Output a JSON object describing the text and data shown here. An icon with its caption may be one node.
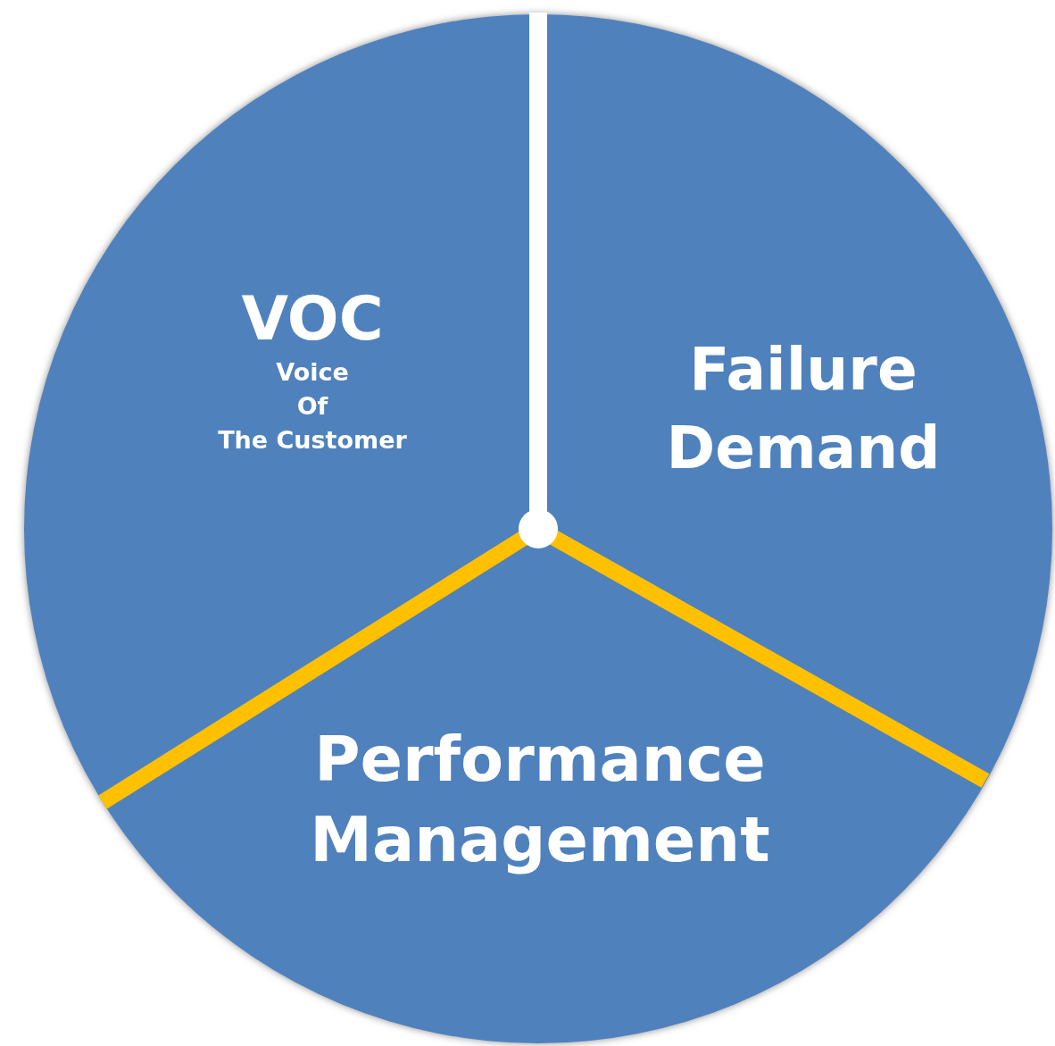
{
  "diagram": {
    "nodes": [
      {
        "text": [
          "VOC",
          "Voice",
          "Of",
          "The Customer"
        ]
      },
      {
        "text": [
          "Failure Demand"
        ]
      },
      {
        "text": [
          "Performance Management"
        ]
      }
    ]
  }
}
